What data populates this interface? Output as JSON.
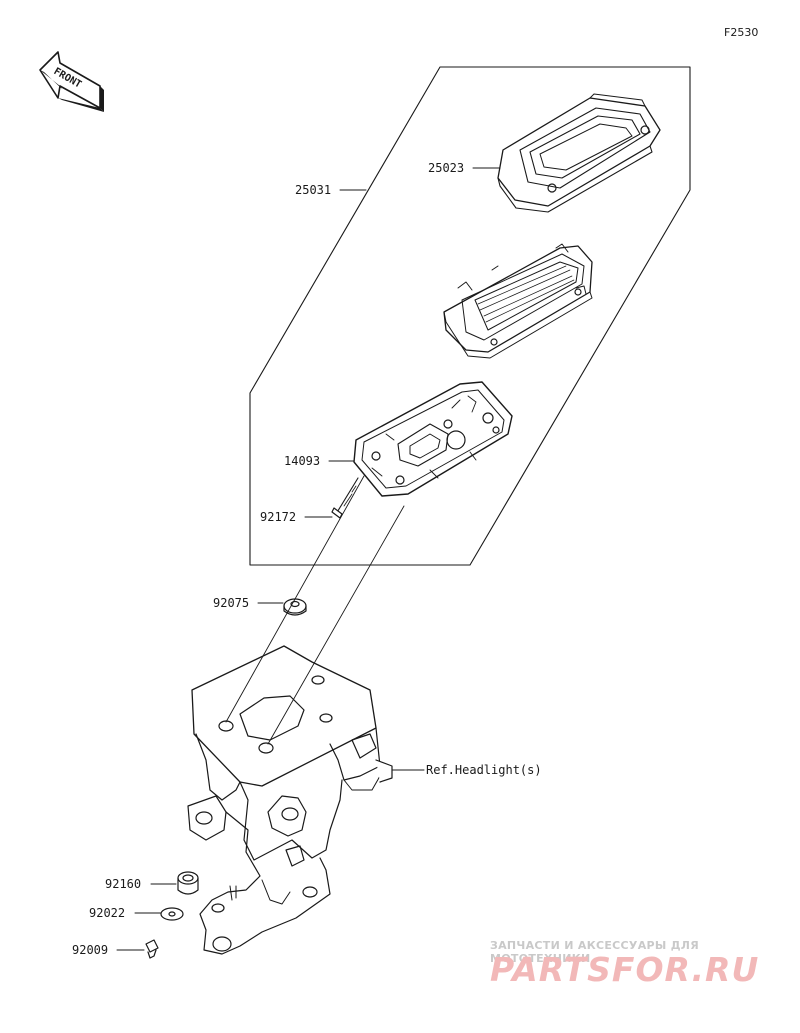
{
  "diagram_code": "F2530",
  "front_label": "FRONT",
  "parts": [
    {
      "number": "25023"
    },
    {
      "number": "25031"
    },
    {
      "number": "14093"
    },
    {
      "number": "92172"
    },
    {
      "number": "92075"
    },
    {
      "number": "92160"
    },
    {
      "number": "92022"
    },
    {
      "number": "92009"
    }
  ],
  "reference_label": "Ref.Headlight(s)",
  "watermark": {
    "tagline": "ЗАПЧАСТИ И АКСЕССУАРЫ ДЛЯ МОТОТЕХНИКИ",
    "brand": "PARTSFOR.RU"
  }
}
